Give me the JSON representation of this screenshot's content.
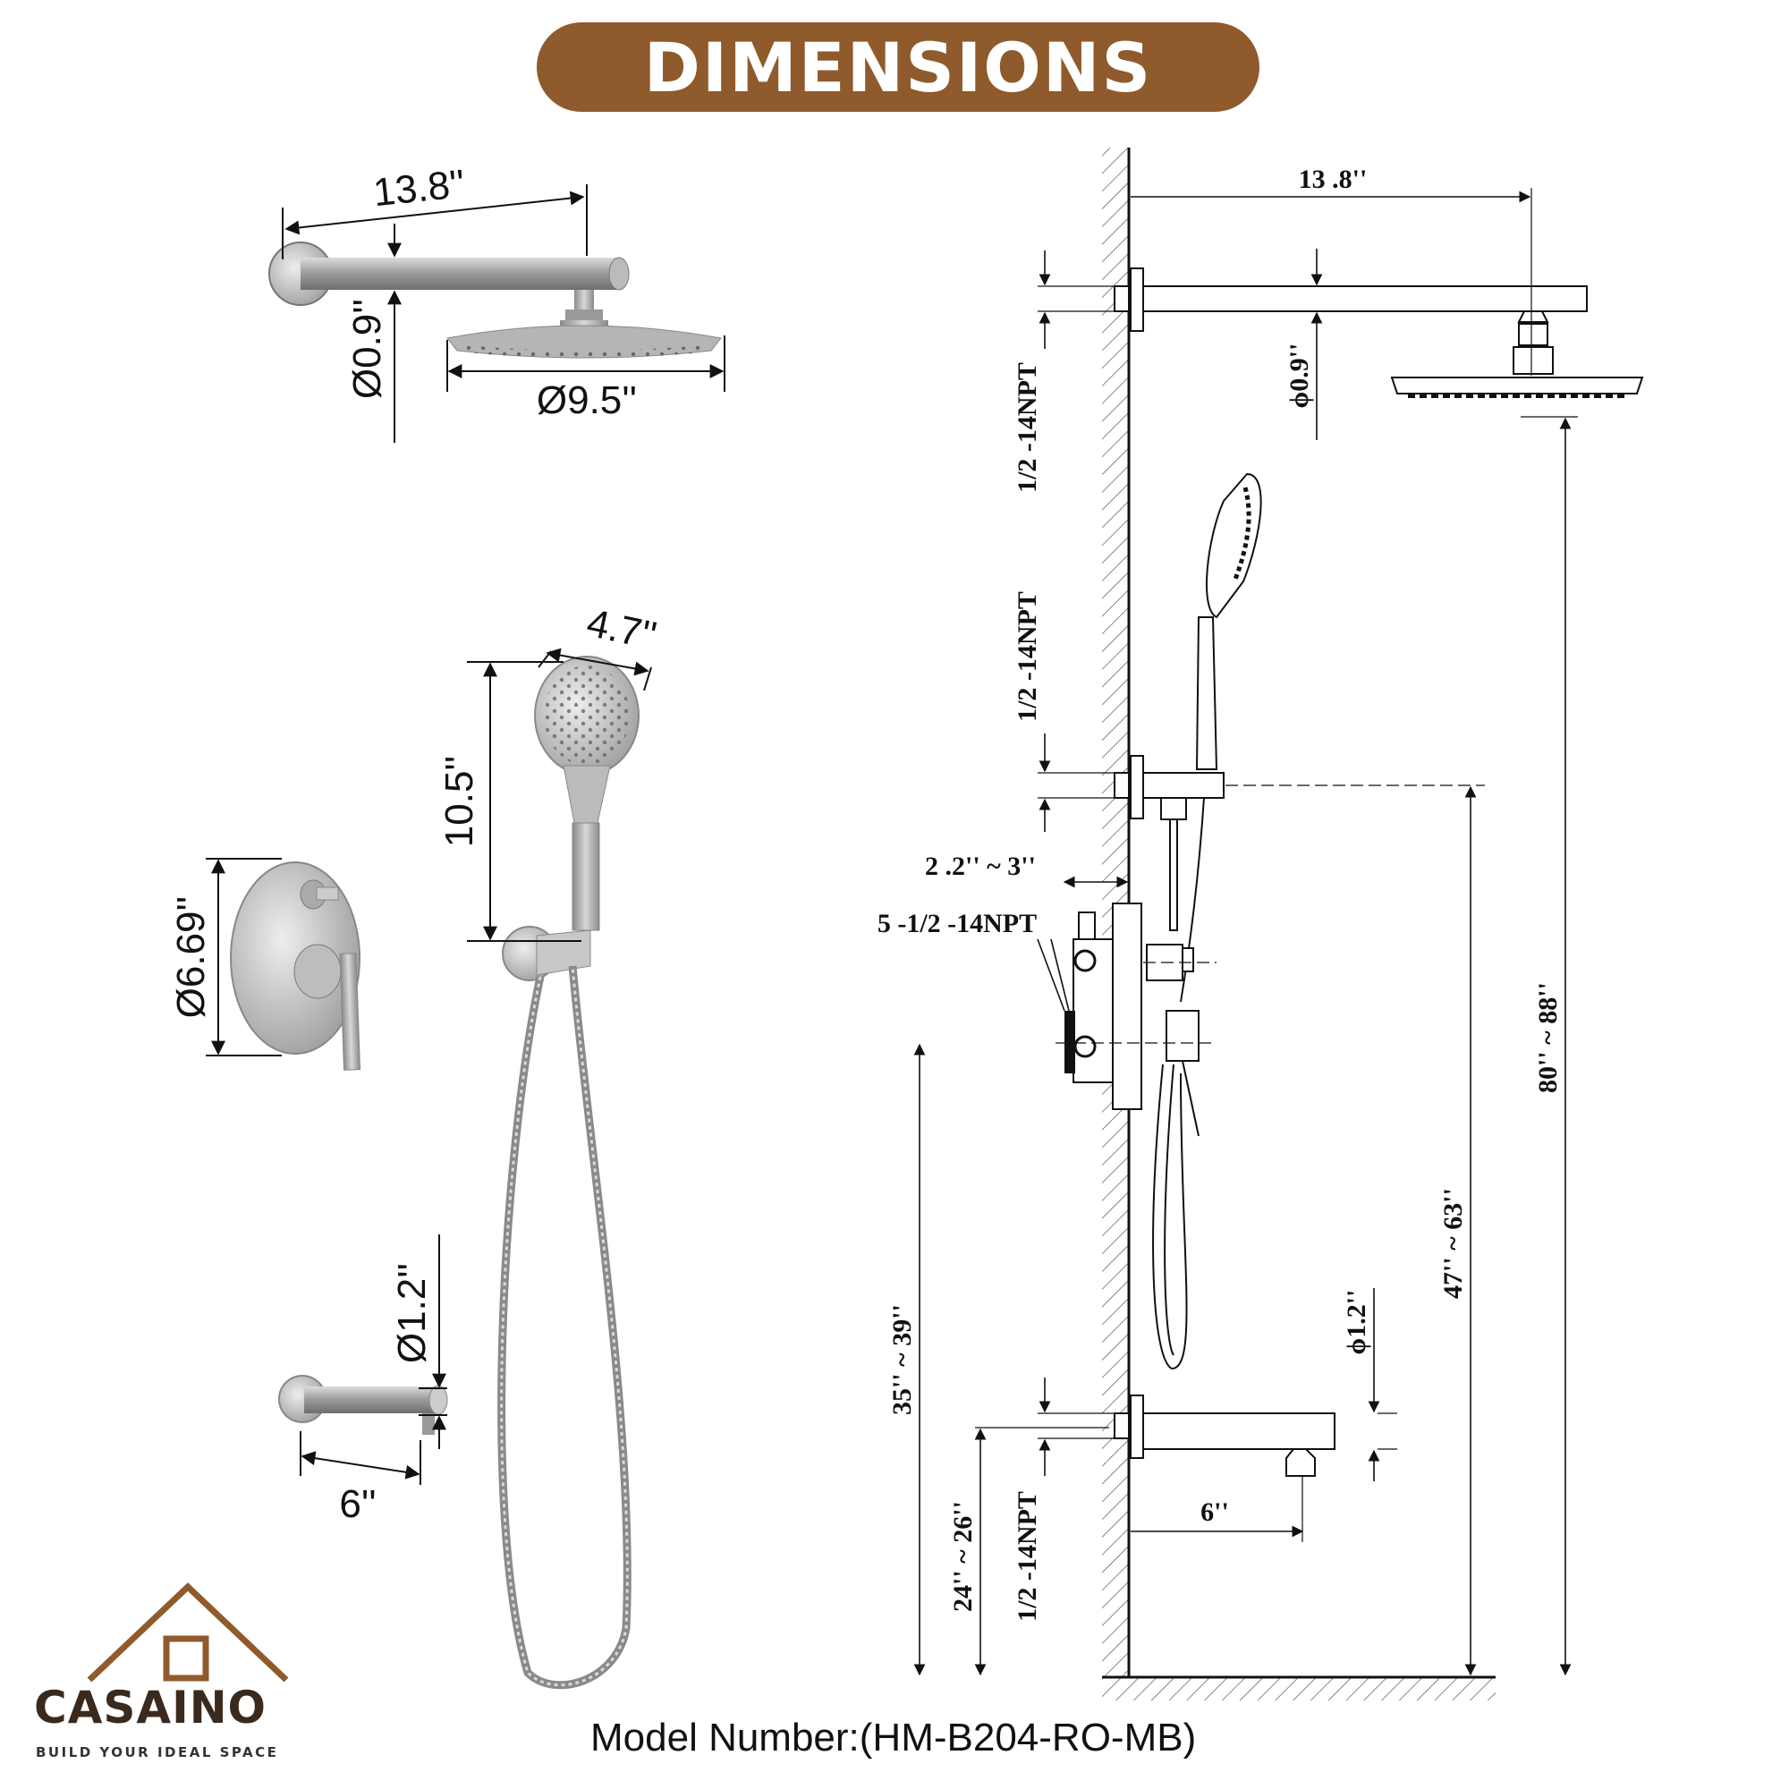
{
  "title": "DIMENSIONS",
  "left": {
    "arm_length": "13.8''",
    "arm_diameter": "Ø0.9''",
    "head_diameter": "Ø9.5''",
    "hand_width": "4.7''",
    "hand_length": "10.5''",
    "trim_diameter": "Ø6.69''",
    "spout_diameter": "Ø1.2''",
    "spout_length": "6''"
  },
  "right": {
    "arm_length": "13 .8''",
    "arm_diameter": "ϕ0.9''",
    "npt_top": "1/2 -14NPT",
    "npt_mid": "1/2 -14NPT",
    "npt_bottom": "1/2 -14NPT",
    "depth": "2 .2'' ~ 3''",
    "valve_npt": "5 -1/2 -14NPT",
    "head_height": "80'' ~ 88''",
    "holder_height": "47'' ~ 63''",
    "valve_height": "35'' ~ 39''",
    "spout_height": "24'' ~ 26''",
    "spout_diameter": "ϕ1.2''",
    "spout_length": "6''"
  },
  "brand": {
    "name": "CASAINO",
    "tagline": "BUILD YOUR IDEAL SPACE",
    "colors": {
      "brown": "#8f5a2c",
      "dark": "#3a2a1e"
    }
  },
  "model": {
    "label": "Model Number:",
    "code": "(HM-B204-RO-MB)"
  }
}
